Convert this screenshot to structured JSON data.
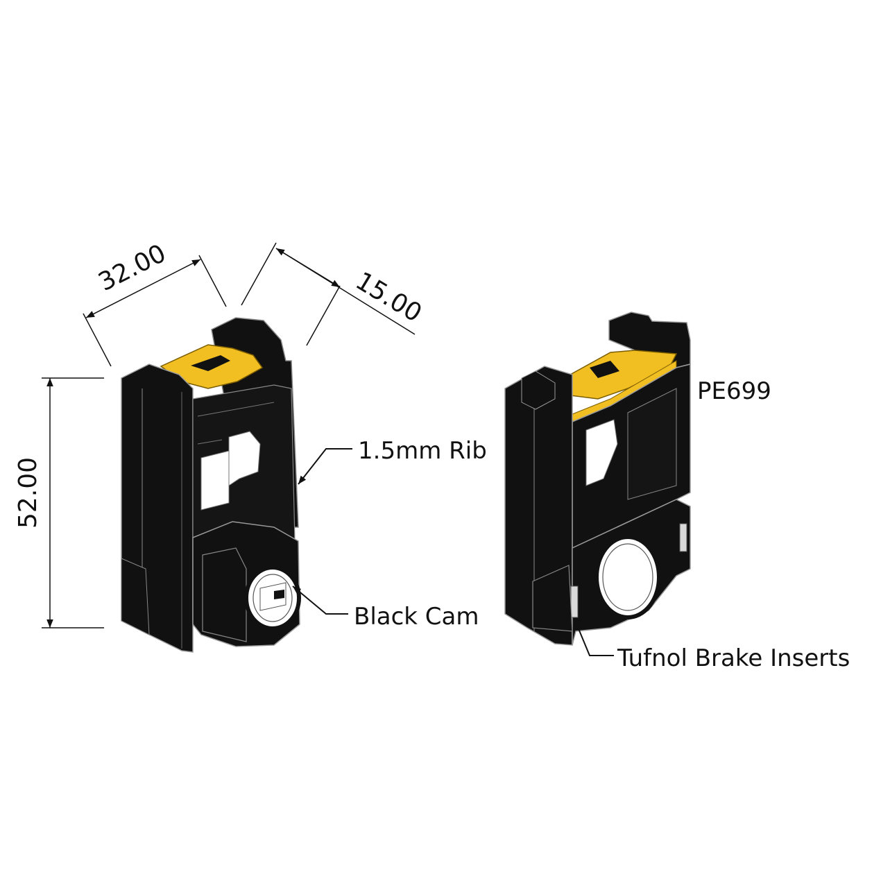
{
  "dimensions": {
    "width": "32.00",
    "depth": "15.00",
    "height": "52.00"
  },
  "callouts": {
    "rib": "1.5mm Rib",
    "cam": "Black Cam",
    "part_number": "PE699",
    "brake": "Tufnol Brake Inserts"
  },
  "colors": {
    "body": "#111111",
    "edge": "#8a8a8a",
    "yellow": "#f2bf22",
    "insert": "#d9d9d9"
  }
}
